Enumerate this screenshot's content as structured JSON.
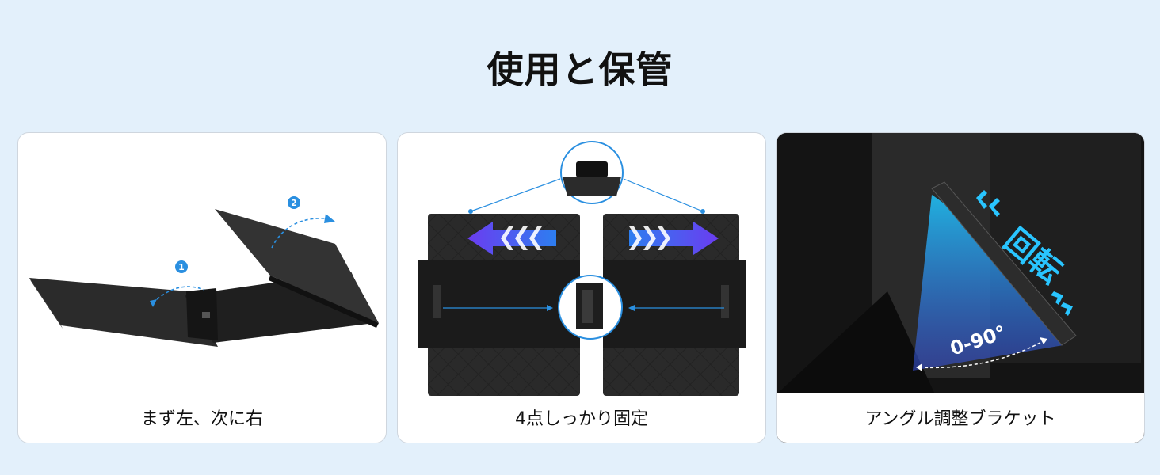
{
  "page": {
    "title": "使用と保管"
  },
  "cards": [
    {
      "caption": "まず左、次に右",
      "steps": [
        {
          "label": "1"
        },
        {
          "label": "2"
        }
      ]
    },
    {
      "caption": "4点しっかり固定"
    },
    {
      "caption": "アングル調整ブラケット",
      "overlay_label": "回転",
      "angle_label": "0-90°"
    }
  ],
  "colors": {
    "background": "#e3f0fb",
    "accent_blue": "#2a8fe0",
    "arrow_purple": "#5b3cf0",
    "device_dark": "#1a1a1a"
  },
  "icons": [
    "chevron-arrow-left-icon",
    "chevron-arrow-right-icon",
    "curved-arrow-icon",
    "rotate-chevron-icon"
  ]
}
